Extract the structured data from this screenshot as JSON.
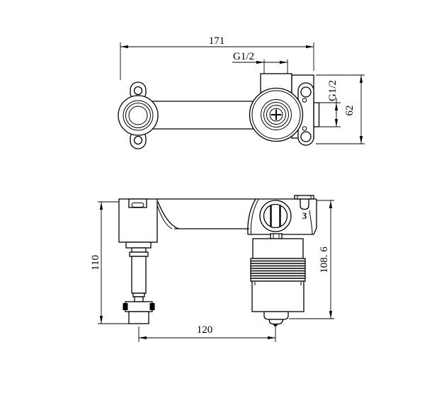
{
  "drawing": {
    "top_view": {
      "dim_overall_width": "171",
      "dim_thread_top": "G1/2",
      "dim_thread_side": "G1/2",
      "dim_bracket_height": "62"
    },
    "front_view": {
      "dim_height_left": "110",
      "dim_height_right": "108. 6",
      "dim_center_distance": "120",
      "clip_marker": "3"
    },
    "colors": {
      "line": "#000000",
      "background": "#ffffff"
    }
  }
}
